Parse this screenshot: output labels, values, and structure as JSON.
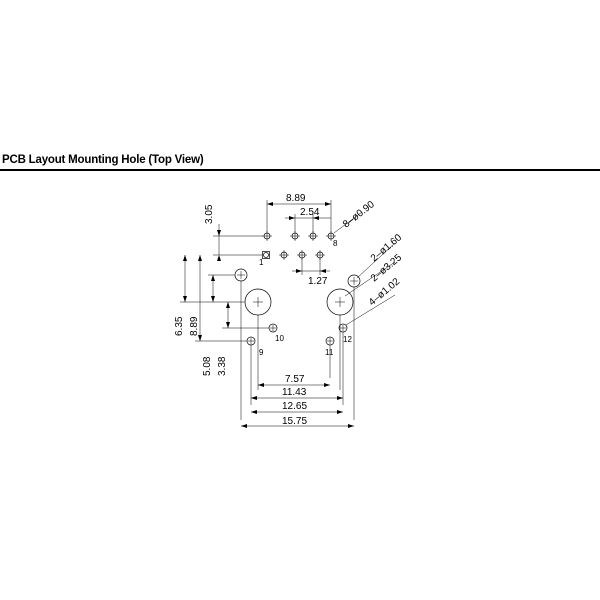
{
  "heading": "PCB Layout Mounting Hole (Top View)",
  "dimensions": {
    "top_width": "8.89",
    "top_pitch": "2.54",
    "small_hole_callout": "8–ø0.90",
    "mid_callout_a": "2–ø1.60",
    "mid_callout_b": "2–ø3.25",
    "lower_callout": "4–ø1.02",
    "row_pitch": "1.27",
    "top_offset": "3.05",
    "left_a": "6.35",
    "left_b": "8.89",
    "left_c": "5.08",
    "left_d": "3.38",
    "bottom_a": "7.57",
    "bottom_b": "11.43",
    "bottom_c": "12.65",
    "bottom_d": "15.75"
  },
  "pin_labels": {
    "pin1": "1",
    "pin8": "8",
    "pin9": "9",
    "pin10": "10",
    "pin11": "11",
    "pin12": "12"
  }
}
